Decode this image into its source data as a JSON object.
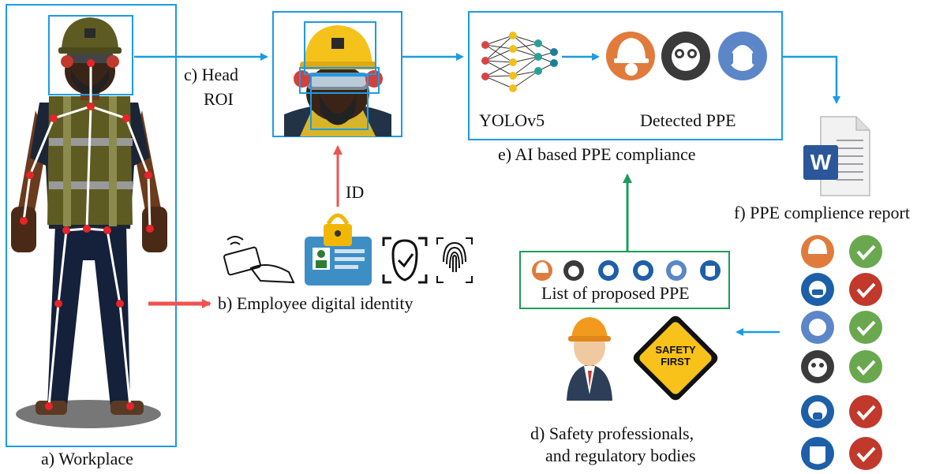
{
  "labels": {
    "workplace": "a) Workplace",
    "employee_identity": "b) Employee digital identity",
    "head_roi_line1": "c) Head",
    "head_roi_line2": "ROI",
    "id": "ID",
    "yolo": "YOLOv5",
    "detected_ppe": "Detected PPE",
    "ai_compliance": "e) AI based PPE compliance",
    "report": "f) PPE complience report",
    "proposed_ppe": "List of proposed PPE",
    "safety_line1": "d) Safety professionals,",
    "safety_line2": "and regulatory bodies"
  },
  "logos": {
    "word_letter": "W",
    "safety_sign_line1": "SAFETY",
    "safety_sign_line2": "FIRST"
  },
  "colors": {
    "box_blue": "#1b9be6",
    "arrow_red": "#ef5350",
    "arrow_green": "#1e9b5b",
    "check_green": "#6aa84f",
    "check_red": "#c0392b",
    "ppe_orange": "#e07b3c",
    "ppe_dark": "#3a3a3a",
    "ppe_blue": "#1d5fa8",
    "ppe_lightblue": "#5b86c7"
  },
  "icons": {
    "detected_ppe": [
      "hard-hat-icon",
      "safety-goggles-icon",
      "ear-protection-icon"
    ],
    "proposed_ppe": [
      "hard-hat-icon",
      "safety-goggles-icon",
      "face-mask-icon",
      "respirator-icon",
      "ear-protection-icon",
      "face-shield-icon"
    ]
  },
  "compliance_report": [
    {
      "ppe": "hard-hat-icon",
      "status": "compliant"
    },
    {
      "ppe": "face-mask-icon",
      "status": "non-compliant"
    },
    {
      "ppe": "ear-protection-icon",
      "status": "compliant"
    },
    {
      "ppe": "safety-goggles-icon",
      "status": "compliant"
    },
    {
      "ppe": "respirator-icon",
      "status": "non-compliant"
    },
    {
      "ppe": "face-shield-icon",
      "status": "non-compliant"
    }
  ]
}
